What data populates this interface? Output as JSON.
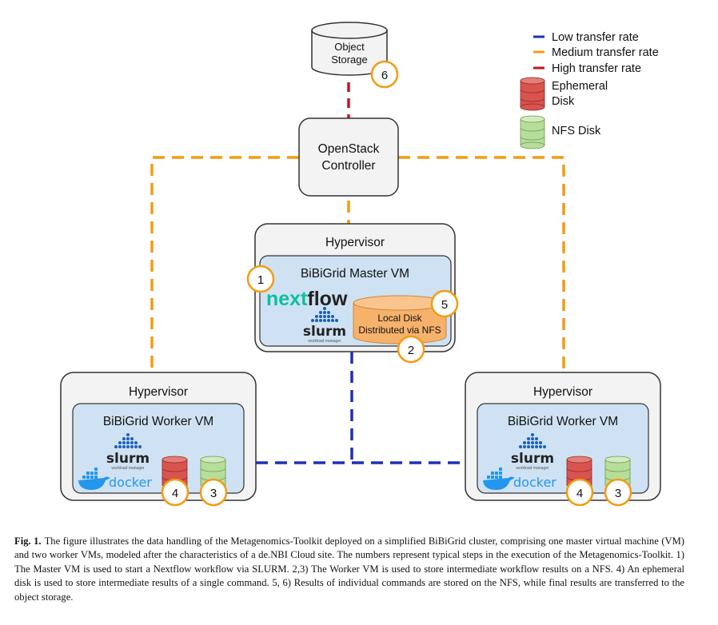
{
  "legend": {
    "low": {
      "label": "Low transfer rate",
      "color": "#1f2fb5"
    },
    "medium": {
      "label": "Medium transfer rate",
      "color": "#f39c12"
    },
    "high": {
      "label": "High transfer rate",
      "color": "#c0181f"
    },
    "ephemeral_line1": "Ephemeral",
    "ephemeral_line2": "Disk",
    "nfs": "NFS Disk"
  },
  "object_storage": {
    "line1": "Object",
    "line2": "Storage",
    "step": "6"
  },
  "controller": {
    "line1": "OpenStack",
    "line2": "Controller"
  },
  "master": {
    "hypervisor": "Hypervisor",
    "vm": "BiBiGrid Master VM",
    "step_start": "1",
    "nextflow_a": "next",
    "nextflow_b": "flow",
    "slurm": "slurm",
    "slurm_sub": "workload manager",
    "disk_line1": "Local Disk",
    "disk_line2": "Distributed via NFS",
    "step_results": "5",
    "step_nfs": "2"
  },
  "worker_left": {
    "hypervisor": "Hypervisor",
    "vm": "BiBiGrid Worker VM",
    "slurm": "slurm",
    "slurm_sub": "workload manager",
    "docker": "docker",
    "step_ephemeral": "4",
    "step_nfs": "3"
  },
  "worker_right": {
    "hypervisor": "Hypervisor",
    "vm": "BiBiGrid Worker VM",
    "slurm": "slurm",
    "slurm_sub": "workload manager",
    "docker": "docker",
    "step_ephemeral": "4",
    "step_nfs": "3"
  },
  "caption": {
    "label": "Fig. 1.",
    "text": "The figure illustrates the data handling of the Metagenomics-Toolkit deployed on a simplified BiBiGrid cluster, comprising one master virtual machine (VM) and two worker VMs, modeled after the characteristics of a de.NBI Cloud site. The numbers represent typical steps in the execution of the Metagenomics-Toolkit. 1) The Master VM is used to start a Nextflow workflow via SLURM. 2,3) The Worker VM is used to store intermediate workflow results on a NFS. 4) An ephemeral disk is used to store intermediate results of a single command. 5, 6) Results of individual commands are stored on the NFS, while final results are transferred to the object storage."
  }
}
